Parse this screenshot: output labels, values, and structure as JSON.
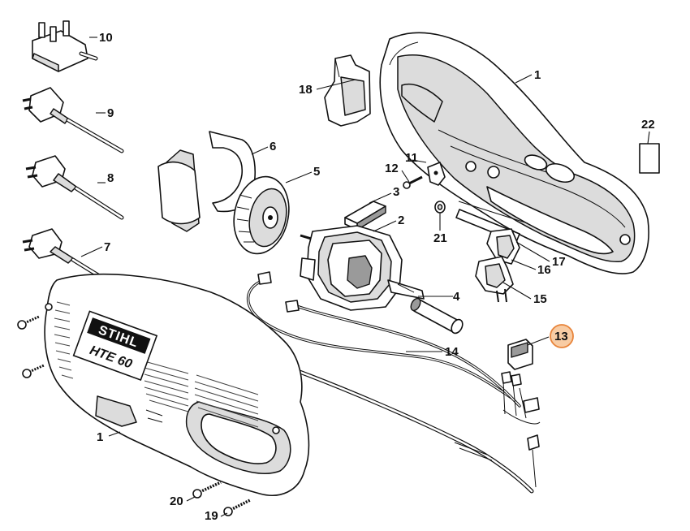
{
  "brand": {
    "name": "STIHL",
    "model": "HTE 60"
  },
  "highlight_color": "#f2a25a",
  "labels": [
    {
      "id": "p1a",
      "text": "1"
    },
    {
      "id": "p1b",
      "text": "1"
    },
    {
      "id": "p2",
      "text": "2"
    },
    {
      "id": "p3",
      "text": "3"
    },
    {
      "id": "p4",
      "text": "4"
    },
    {
      "id": "p5",
      "text": "5"
    },
    {
      "id": "p6",
      "text": "6"
    },
    {
      "id": "p7",
      "text": "7"
    },
    {
      "id": "p8",
      "text": "8"
    },
    {
      "id": "p9",
      "text": "9"
    },
    {
      "id": "p10",
      "text": "10"
    },
    {
      "id": "p11",
      "text": "11"
    },
    {
      "id": "p12",
      "text": "12"
    },
    {
      "id": "p13",
      "text": "13"
    },
    {
      "id": "p14",
      "text": "14"
    },
    {
      "id": "p15",
      "text": "15"
    },
    {
      "id": "p16",
      "text": "16"
    },
    {
      "id": "p17",
      "text": "17"
    },
    {
      "id": "p18",
      "text": "18"
    },
    {
      "id": "p19",
      "text": "19"
    },
    {
      "id": "p20",
      "text": "20"
    },
    {
      "id": "p21",
      "text": "21"
    },
    {
      "id": "p22",
      "text": "22"
    }
  ]
}
